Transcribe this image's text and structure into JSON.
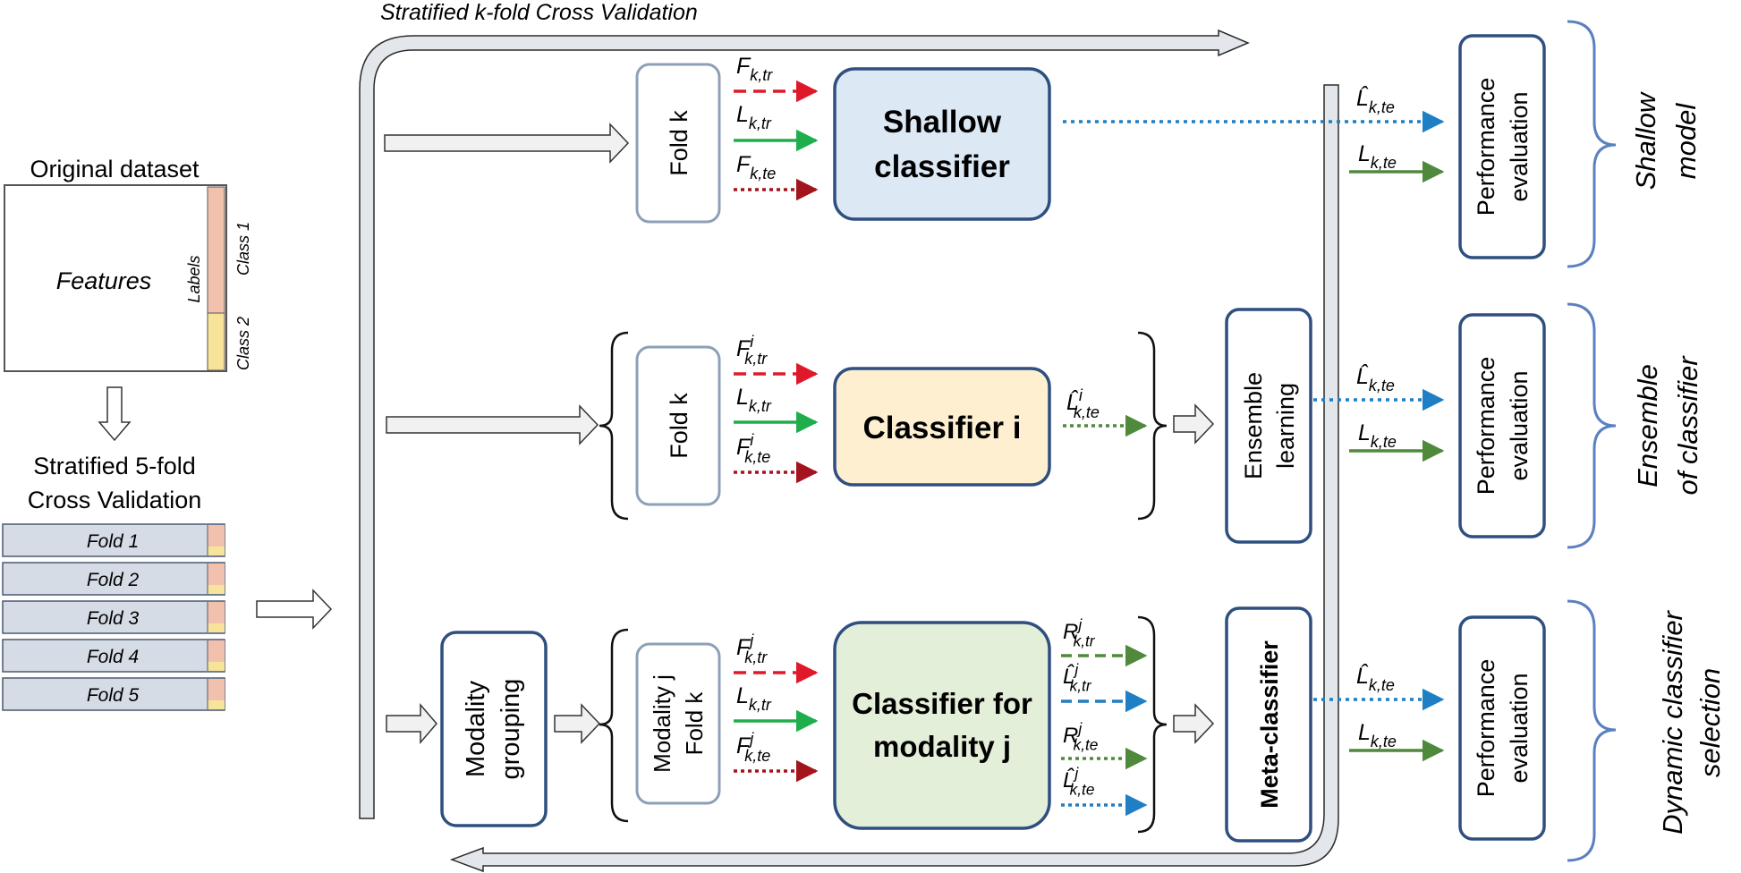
{
  "top_title": "Stratified k-fold Cross Validation",
  "original_dataset": {
    "title": "Original dataset",
    "features": "Features",
    "labels": "Labels",
    "class1": "Class 1",
    "class2": "Class 2"
  },
  "cv5": {
    "title_line1": "Stratified 5-fold",
    "title_line2": "Cross Validation",
    "folds": [
      "Fold 1",
      "Fold 2",
      "Fold 3",
      "Fold 4",
      "Fold 5"
    ]
  },
  "row1": {
    "fold": "Fold k",
    "in1": "F_{k,tr}",
    "in2": "L_{k,tr}",
    "in3": "F_{k,te}",
    "classifier_line1": "Shallow",
    "classifier_line2": "classifier",
    "out_pred": "L̂_{k,te}",
    "out_true": "L_{k,te}",
    "perf_line1": "Performance",
    "perf_line2": "evaluation",
    "side_line1": "Shallow",
    "side_line2": "model"
  },
  "row2": {
    "fold": "Fold k",
    "in1": "F^i_{k,tr}",
    "in2": "L_{k,tr}",
    "in3": "F^i_{k,te}",
    "classifier": "Classifier i",
    "cls_out": "L̂^i_{k,te}",
    "ensemble_line1": "Ensemble",
    "ensemble_line2": "learning",
    "out_pred": "L̂_{k,te}",
    "out_true": "L_{k,te}",
    "perf_line1": "Performance",
    "perf_line2": "evaluation",
    "side_line1": "Ensemble",
    "side_line2": "of classifier"
  },
  "row3": {
    "grouping_line1": "Modality",
    "grouping_line2": "grouping",
    "fold_line1": "Modality j",
    "fold_line2": "Fold k",
    "in1": "F^j_{k,tr}",
    "in2": "L_{k,tr}",
    "in3": "F^j_{k,te}",
    "classifier_line1": "Classifier for",
    "classifier_line2": "modality j",
    "outs": [
      "R^j_{k,tr}",
      "L̂^j_{k,tr}",
      "R^j_{k,te}",
      "L̂^j_{k,te}"
    ],
    "meta": "Meta-classifier",
    "out_pred": "L̂_{k,te}",
    "out_true": "L_{k,te}",
    "perf_line1": "Performance",
    "perf_line2": "evaluation",
    "side_line1": "Dynamic classifier",
    "side_line2": "selection"
  },
  "colors": {
    "shallow_fill": "#dde8f5",
    "classifier_i_fill": "#fdefd0",
    "classifier_j_fill": "#e3efd8",
    "box_border": "#2e4f7f",
    "fold_border": "#8da0b8",
    "fold_fill": "#d6dce6",
    "class1": "#f2c1ae",
    "class2": "#f7e49a",
    "red": "#e0192a",
    "green": "#1fae4b",
    "darkred": "#a3141c",
    "olive": "#4f8a3c",
    "blue": "#1f7fc4",
    "brace": "#5b80c0"
  }
}
